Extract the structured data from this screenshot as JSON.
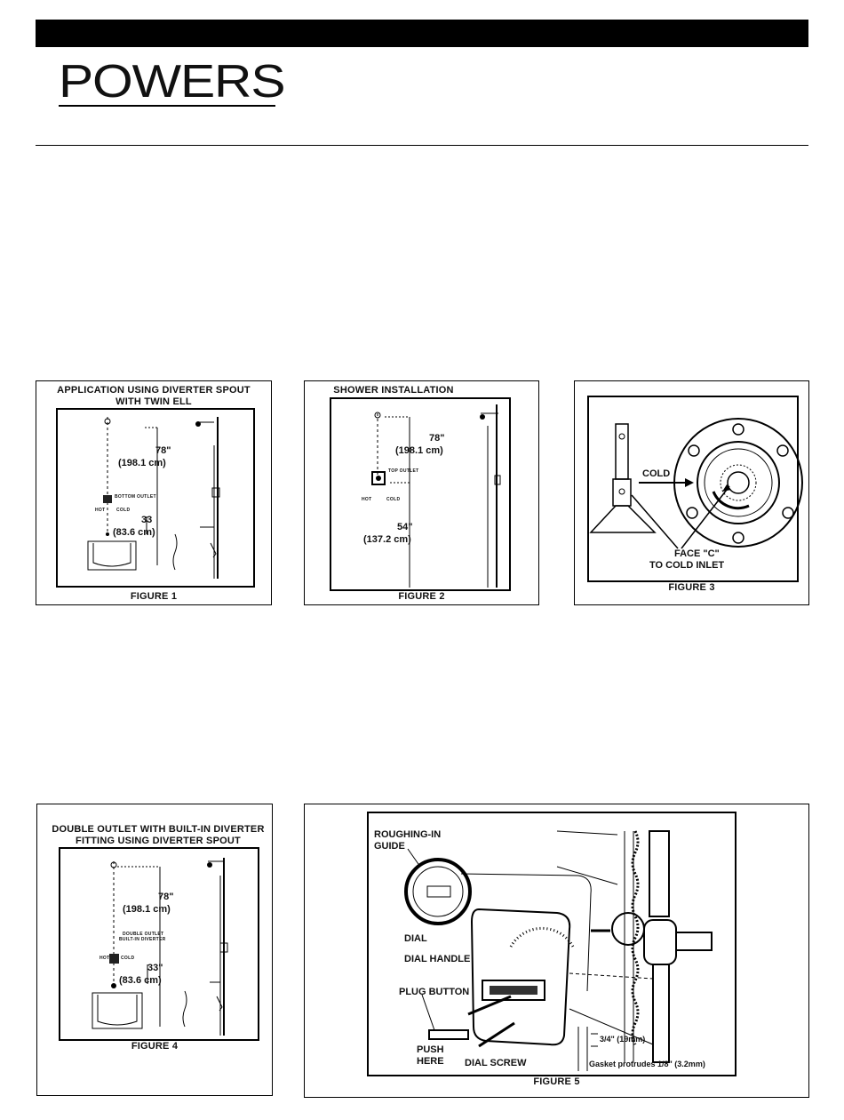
{
  "header": {
    "brand": "POWERS"
  },
  "figure1": {
    "title_line1": "APPLICATION USING DIVERTER SPOUT",
    "title_line2": "WITH TWIN ELL",
    "dim_top": "78\"",
    "dim_top_metric": "(198.1 cm)",
    "outlet_label": "BOTTOM OUTLET",
    "hot": "HOT",
    "cold": "COLD",
    "dim_bottom": "33",
    "dim_bottom_metric": "(83.6 cm)",
    "caption": "FIGURE 1"
  },
  "figure2": {
    "title": "SHOWER INSTALLATION",
    "dim_top": "78\"",
    "dim_top_metric": "(198.1 cm)",
    "outlet_label": "TOP OUTLET",
    "hot": "HOT",
    "cold": "COLD",
    "dim_bottom": "54\"",
    "dim_bottom_metric": "(137.2 cm)",
    "caption": "FIGURE 2"
  },
  "figure3": {
    "cold_label": "COLD",
    "face_line1": "FACE \"C\"",
    "face_line2": "TO COLD INLET",
    "caption": "FIGURE 3"
  },
  "figure4": {
    "title_line1": "DOUBLE OUTLET WITH BUILT-IN DIVERTER",
    "title_line2": "FITTING USING DIVERTER SPOUT",
    "dim_top": "78\"",
    "dim_top_metric": "(198.1 cm)",
    "outlet_label_1": "DOUBLE OUTLET",
    "outlet_label_2": "BUILT-IN DIVERTER",
    "hot": "HOT",
    "cold": "COLD",
    "dim_bottom": "33\"",
    "dim_bottom_metric": "(83.6 cm)",
    "caption": "FIGURE 4"
  },
  "figure5": {
    "roughing_line1": "ROUGHING-IN",
    "roughing_line2": "GUIDE",
    "dial": "DIAL",
    "dial_handle": "DIAL HANDLE",
    "plug_button": "PLUG BUTTON",
    "push_line1": "PUSH",
    "push_line2": "HERE",
    "dial_screw": "DIAL SCREW",
    "dim_a": "3/4\" (19mm)",
    "gasket": "Gasket protrudes 1/8\" (3.2mm)",
    "caption": "FIGURE 5"
  }
}
